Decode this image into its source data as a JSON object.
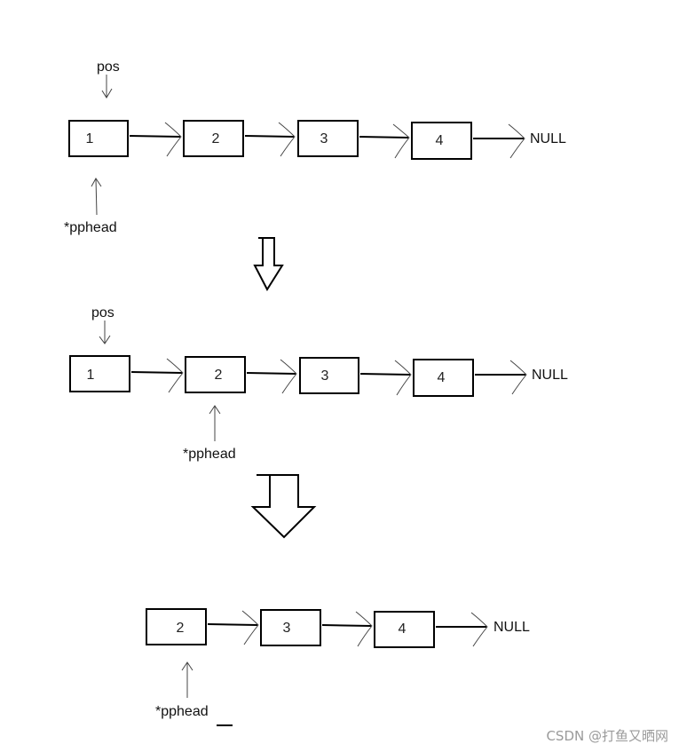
{
  "stage1": {
    "nodes": [
      "1",
      "2",
      "3",
      "4"
    ],
    "null_label": "NULL",
    "pos_label": "pos",
    "head_label": "*pphead"
  },
  "stage2": {
    "nodes": [
      "1",
      "2",
      "3",
      "4"
    ],
    "null_label": "NULL",
    "pos_label": "pos",
    "head_label": "*pphead"
  },
  "stage3": {
    "nodes": [
      "2",
      "3",
      "4"
    ],
    "null_label": "NULL",
    "head_label": "*pphead"
  },
  "watermark": "CSDN @打鱼又晒网",
  "colors": {
    "stroke": "#000000",
    "text": "#111111",
    "watermark": "#9a9a9a"
  }
}
